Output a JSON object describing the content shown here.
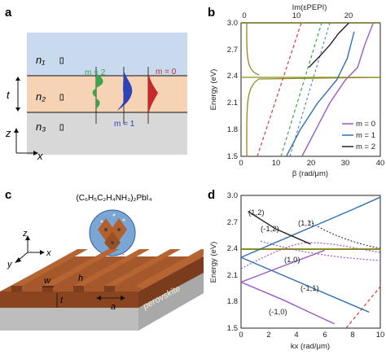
{
  "panels": {
    "a": {
      "label": "a",
      "layers": [
        "n₁",
        "n₂",
        "n₃"
      ],
      "thickness_label": "t",
      "axis_z": "z",
      "axis_x": "x",
      "mode_labels": [
        "m = 2",
        "m = 1",
        "m = 0"
      ],
      "mode_colors": [
        "#3aa54a",
        "#2f43b8",
        "#c8282a"
      ],
      "layer_colors": {
        "top": "#c9d9ee",
        "middle": "#f6d3b5",
        "bottom": "#d8d8d8"
      }
    },
    "b": {
      "label": "b",
      "top_axis_label": "Im(εPEPI)",
      "top_ticks": [
        "0",
        "10",
        "20"
      ],
      "top_axis_color": "#8c8c1e",
      "x_ticks": [
        "0",
        "10",
        "20",
        "30",
        "40"
      ],
      "y_ticks": [
        "1.5",
        "1.8",
        "2.1",
        "2.4",
        "2.7",
        "3.0"
      ],
      "xlabel": "β (rad/μm)",
      "ylabel": "Energy (eV)",
      "legend": [
        "m = 0",
        "m = 1",
        "m = 2"
      ],
      "legend_colors": [
        "#9b59c6",
        "#2f6fb5",
        "#222222"
      ]
    },
    "c": {
      "label": "c",
      "formula": "(C₆H₅C₂H₄NH₃)₂PbI₄",
      "axis_z": "z",
      "axis_y": "y",
      "axis_x": "x",
      "labels": {
        "w": "w",
        "h": "h",
        "t": "t",
        "a": "a",
        "material": "perovskite"
      }
    },
    "d": {
      "label": "d",
      "x_ticks": [
        "0",
        "2",
        "4",
        "6",
        "8",
        "10"
      ],
      "y_ticks": [
        "1.5",
        "1.8",
        "2.1",
        "2.4",
        "2.7",
        "3.0"
      ],
      "xlabel": "kx (rad/μm)",
      "ylabel": "Energy (eV)",
      "order_labels": [
        "(1,2)",
        "(-1,2)",
        "(1,1)",
        "(1,0)",
        "(-1,1)",
        "(-1,0)"
      ]
    }
  },
  "chart_data": [
    {
      "type": "line",
      "panel": "b",
      "xlabel": "β (rad/μm)",
      "ylabel": "Energy (eV)",
      "xlim": [
        0,
        40
      ],
      "ylim": [
        1.5,
        3.0
      ],
      "secondary_x": {
        "label": "Im(εPEPI)",
        "ticks": [
          0,
          10,
          20
        ]
      },
      "series": [
        {
          "name": "m = 0",
          "color": "#9b59c6",
          "style": "solid",
          "x": [
            17.5,
            21.5,
            25.5,
            30,
            33.5,
            35.5,
            38
          ],
          "y": [
            1.5,
            1.8,
            2.1,
            2.36,
            2.5,
            2.75,
            3.0
          ]
        },
        {
          "name": "m = 1",
          "color": "#2f6fb5",
          "style": "solid",
          "x": [
            13,
            17,
            22,
            27.5,
            30.5,
            32.5
          ],
          "y": [
            1.5,
            1.8,
            2.1,
            2.36,
            2.6,
            2.9
          ]
        },
        {
          "name": "m = 2",
          "color": "#222222",
          "style": "solid",
          "x": [
            19.5,
            22.5,
            25.5,
            28,
            31
          ],
          "y": [
            2.5,
            2.62,
            2.75,
            2.88,
            3.0
          ]
        }
      ]
    },
    {
      "type": "line",
      "panel": "d",
      "xlabel": "kx (rad/μm)",
      "ylabel": "Energy (eV)",
      "xlim": [
        0,
        10
      ],
      "ylim": [
        1.5,
        3.0
      ],
      "series": [
        {
          "name": "(1,0)",
          "color": "#2f6fb5",
          "style": "solid",
          "x": [
            0,
            4,
            8,
            10
          ],
          "y": [
            2.3,
            2.57,
            2.84,
            2.98
          ]
        },
        {
          "name": "(-1,1)",
          "color": "#2f6fb5",
          "style": "solid",
          "x": [
            0,
            4,
            8,
            9.2
          ],
          "y": [
            2.3,
            2.03,
            1.76,
            1.68
          ]
        },
        {
          "name": "(-1,0)",
          "color": "#9b59c6",
          "style": "solid",
          "x": [
            0,
            3,
            6,
            6.7
          ],
          "y": [
            2.02,
            1.82,
            1.6,
            1.55
          ]
        },
        {
          "name": "(1,1)",
          "color": "#9b59c6",
          "style": "solid",
          "x": [
            0,
            3,
            6
          ],
          "y": [
            2.02,
            2.2,
            2.38
          ]
        },
        {
          "name": "(-1,2)",
          "color": "#222222",
          "style": "solid",
          "x": [
            0.5,
            2.5,
            5
          ],
          "y": [
            2.82,
            2.62,
            2.45
          ]
        }
      ]
    }
  ]
}
